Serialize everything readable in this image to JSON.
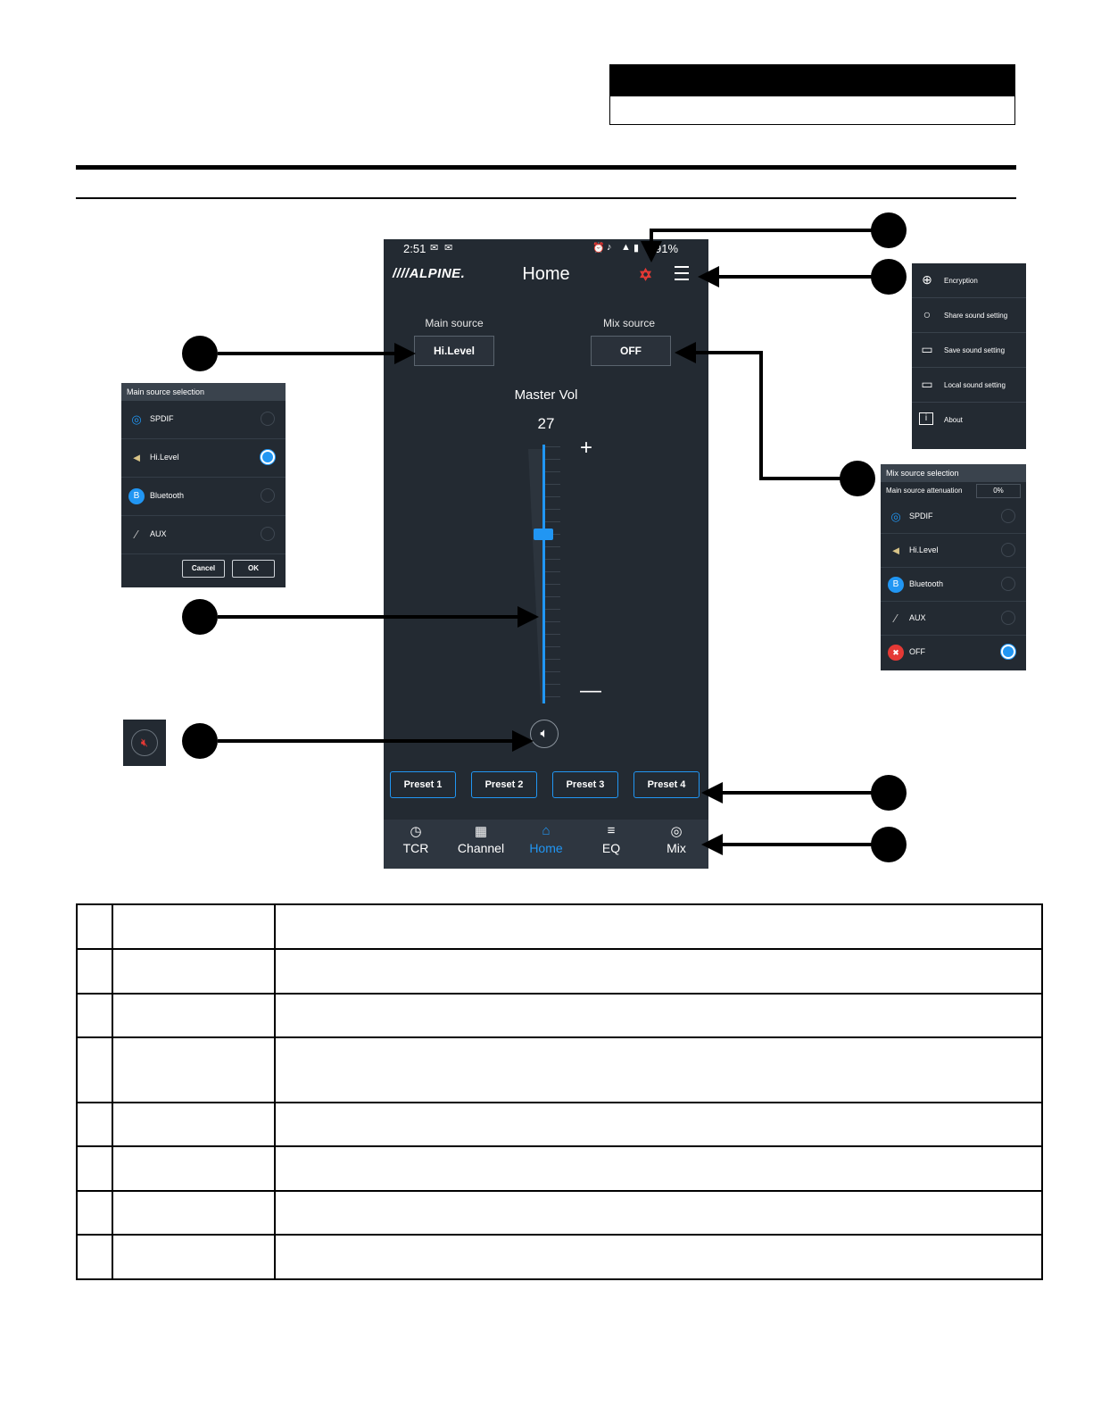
{
  "phone": {
    "status": {
      "time": "2:51",
      "battery": "91%"
    },
    "logo": "////ALPINE.",
    "title": "Home",
    "main_source": {
      "label": "Main source",
      "value": "Hi.Level"
    },
    "mix_source": {
      "label": "Mix source",
      "value": "OFF"
    },
    "master_vol": {
      "label": "Master Vol",
      "value": "27",
      "level": 0.27
    },
    "plus": "+",
    "minus": "—",
    "presets": [
      "Preset 1",
      "Preset 2",
      "Preset 3",
      "Preset 4"
    ],
    "nav": [
      {
        "label": "TCR",
        "icon": "clock-icon",
        "glyph": "◷",
        "active": false
      },
      {
        "label": "Channel",
        "icon": "grid-icon",
        "glyph": "▦",
        "active": false
      },
      {
        "label": "Home",
        "icon": "home-icon",
        "glyph": "⌂",
        "active": true
      },
      {
        "label": "EQ",
        "icon": "sliders-icon",
        "glyph": "≡",
        "active": false
      },
      {
        "label": "Mix",
        "icon": "mix-icon",
        "glyph": "◎",
        "active": false
      }
    ]
  },
  "main_source_dialog": {
    "title": "Main source selection",
    "options": [
      {
        "label": "SPDIF",
        "icon": "spdif-icon",
        "glyph": "◎",
        "selected": false
      },
      {
        "label": "Hi.Level",
        "icon": "speaker-icon",
        "glyph": "◄",
        "selected": true
      },
      {
        "label": "Bluetooth",
        "icon": "bluetooth-icon",
        "glyph": "B",
        "selected": false
      },
      {
        "label": "AUX",
        "icon": "aux-icon",
        "glyph": "∕",
        "selected": false
      }
    ],
    "cancel": "Cancel",
    "ok": "OK"
  },
  "menu_panel": {
    "items": [
      {
        "label": "Encryption",
        "icon": "lock-icon",
        "glyph": "⊕"
      },
      {
        "label": "Share sound setting",
        "icon": "share-icon",
        "glyph": "○"
      },
      {
        "label": "Save sound setting",
        "icon": "folder-icon",
        "glyph": "▭"
      },
      {
        "label": "Local sound setting",
        "icon": "folder-open-icon",
        "glyph": "▭"
      },
      {
        "label": "About",
        "icon": "info-icon",
        "glyph": "i"
      }
    ]
  },
  "mix_source_dialog": {
    "title": "Mix source selection",
    "attenuation_label": "Main source attenuation",
    "attenuation_value": "0%",
    "options": [
      {
        "label": "SPDIF",
        "icon": "spdif-icon",
        "glyph": "◎",
        "selected": false
      },
      {
        "label": "Hi.Level",
        "icon": "speaker-icon",
        "glyph": "◄",
        "selected": false
      },
      {
        "label": "Bluetooth",
        "icon": "bluetooth-icon",
        "glyph": "B",
        "selected": false
      },
      {
        "label": "AUX",
        "icon": "aux-icon",
        "glyph": "∕",
        "selected": false
      },
      {
        "label": "OFF",
        "icon": "off-icon",
        "glyph": "✖",
        "selected": true
      }
    ]
  },
  "colors": {
    "accent": "#2196f3",
    "panel": "#232a32",
    "alert": "#e53935"
  }
}
